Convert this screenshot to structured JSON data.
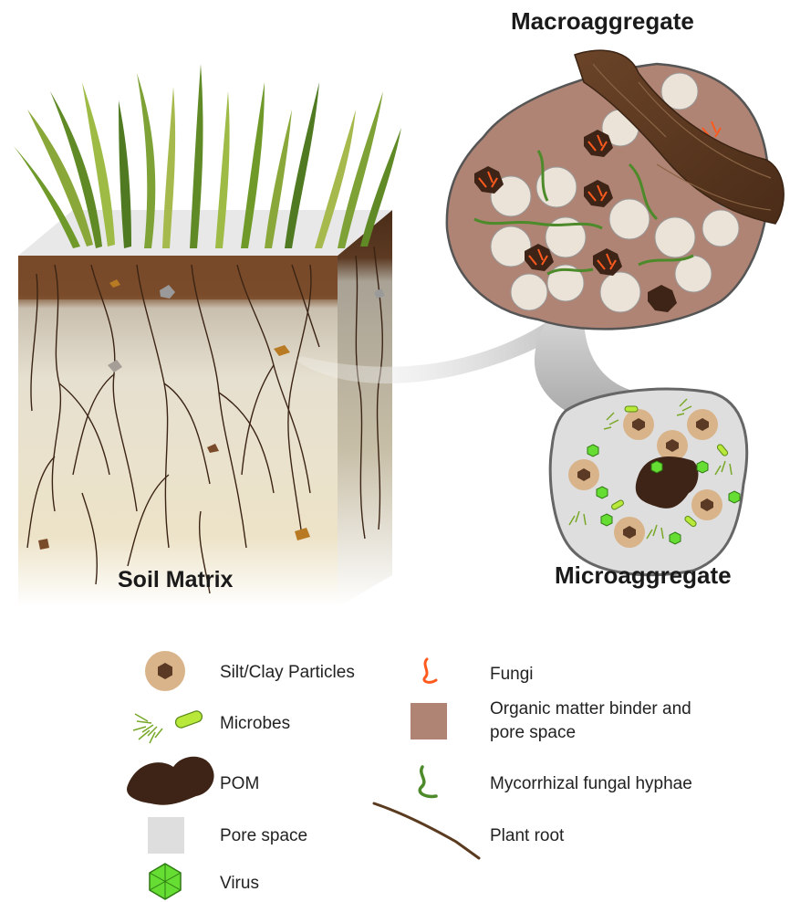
{
  "labels": {
    "macroaggregate": "Macroaggregate",
    "microaggregate": "Microaggregate",
    "soil_matrix": "Soil Matrix"
  },
  "legend": {
    "silt_clay": "Silt/Clay Particles",
    "microbes": "Microbes",
    "pom": "POM",
    "pore_space": "Pore space",
    "virus": "Virus",
    "fungi": "Fungi",
    "organic_binder_line1": "Organic matter binder and",
    "organic_binder_line2": "pore space",
    "hyphae": "Mycorrhizal fungal hyphae",
    "plant_root": "Plant root"
  },
  "colors": {
    "silt_clay": "#d9b48a",
    "pom": "#3d2416",
    "pore": "#dedede",
    "organic_binder": "#b08474",
    "fungi": "#ff5a1e",
    "hyphae": "#4c8a2a",
    "virus": "#66dd33",
    "root": "#5a3b1f",
    "grass": "#6f9a2a"
  }
}
